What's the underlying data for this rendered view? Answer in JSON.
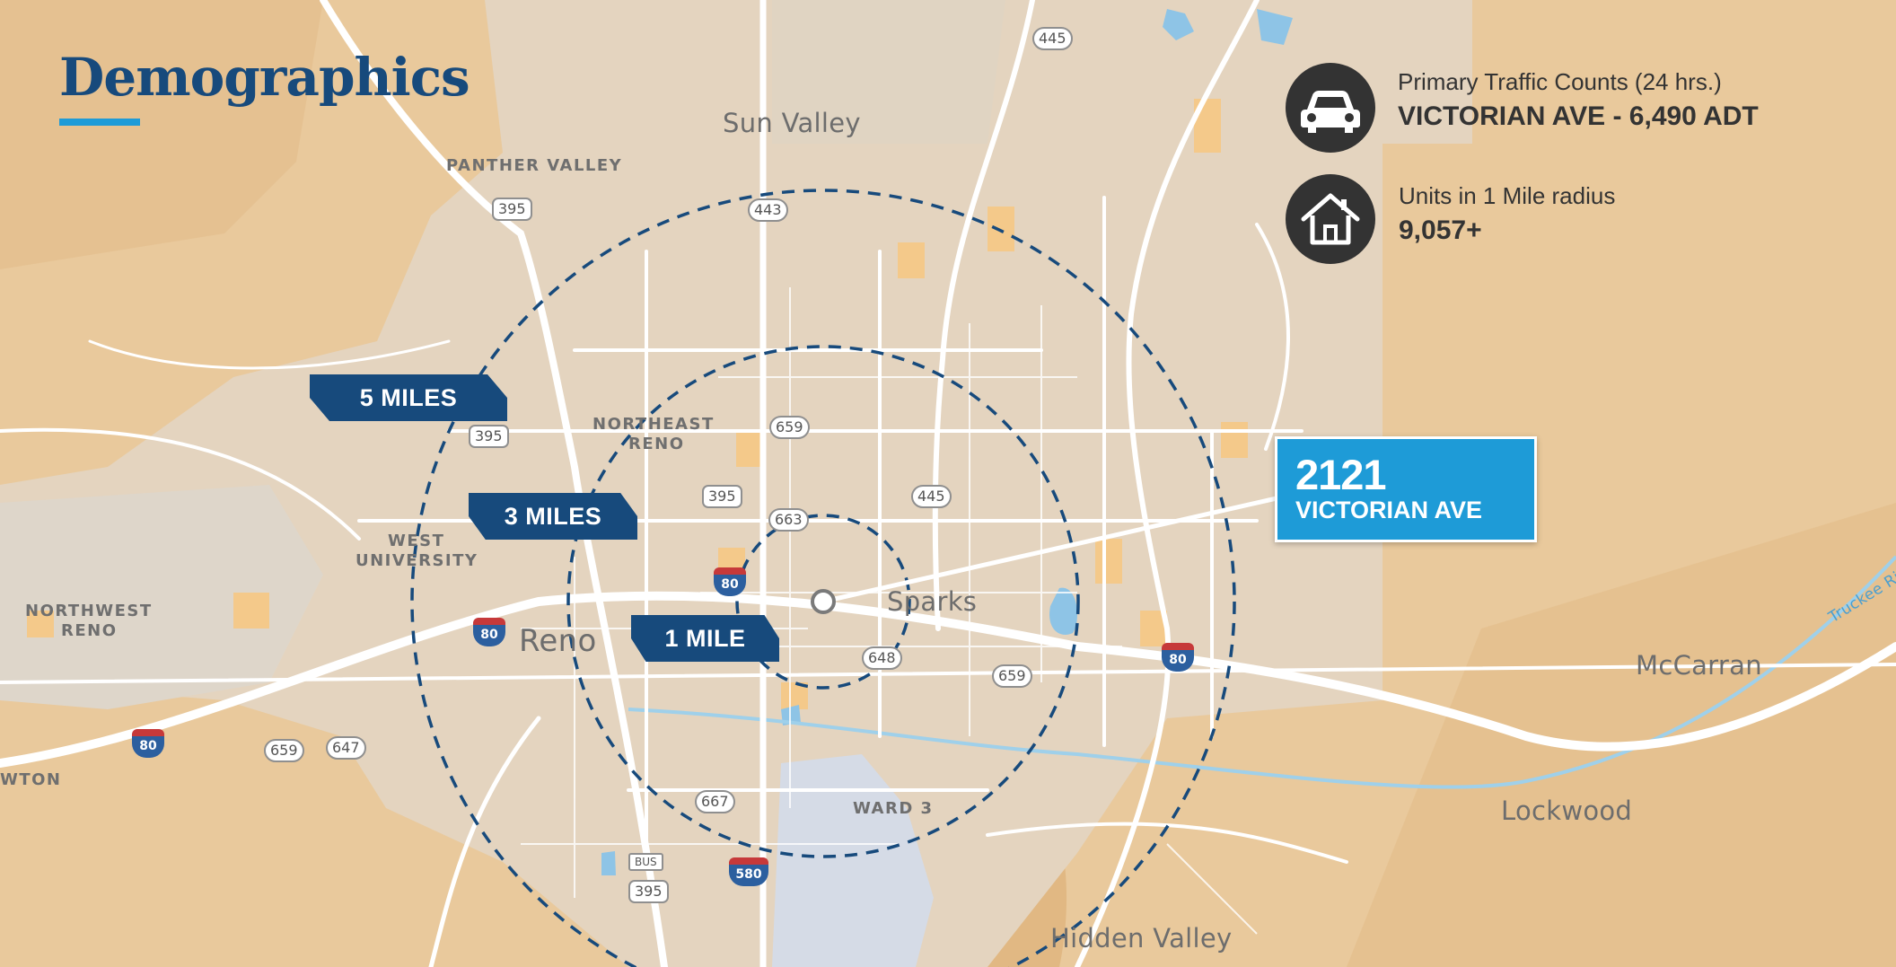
{
  "header": {
    "title": "Demographics"
  },
  "stats": [
    {
      "icon": "car-icon",
      "label": "Primary Traffic Counts (24 hrs.)",
      "value": "VICTORIAN AVE - 6,490 ADT"
    },
    {
      "icon": "house-icon",
      "label": "Units in 1 Mile radius",
      "value": "9,057+"
    }
  ],
  "property": {
    "number": "2121",
    "street": "VICTORIAN AVE"
  },
  "radii": [
    {
      "label": "1 MILE"
    },
    {
      "label": "3 MILES"
    },
    {
      "label": "5 MILES"
    }
  ],
  "places": {
    "sun_valley": "Sun Valley",
    "panther_valley": "PANTHER VALLEY",
    "northeast_reno_1": "NORTHEAST",
    "northeast_reno_2": "RENO",
    "west_university_1": "WEST",
    "west_university_2": "UNIVERSITY",
    "northwest_reno_1": "NORTHWEST",
    "northwest_reno_2": "RENO",
    "reno": "Reno",
    "sparks": "Sparks",
    "mccarran": "McCarran",
    "lockwood": "Lockwood",
    "ward3": "WARD 3",
    "hidden_valley": "Hidden Valley",
    "newton": "WTON",
    "truckee_river": "Truckee River"
  },
  "routes": {
    "r445_top": "445",
    "r443": "443",
    "r395_pv": "395",
    "r395_west": "395",
    "r395_mid": "395",
    "r659_ne": "659",
    "r663": "663",
    "r445_mid": "445",
    "r648": "648",
    "r659_se": "659",
    "r659_sw": "659",
    "r647": "647",
    "r667": "667",
    "bus": "BUS",
    "r395_bus": "395",
    "i80_center": "80",
    "i80_reno": "80",
    "i80_east": "80",
    "i80_west": "80",
    "i580": "580"
  },
  "colors": {
    "navy": "#174a7c",
    "accent": "#1e9bd7",
    "map_base": "#e9c99c",
    "urban": "#e4d4bf"
  }
}
